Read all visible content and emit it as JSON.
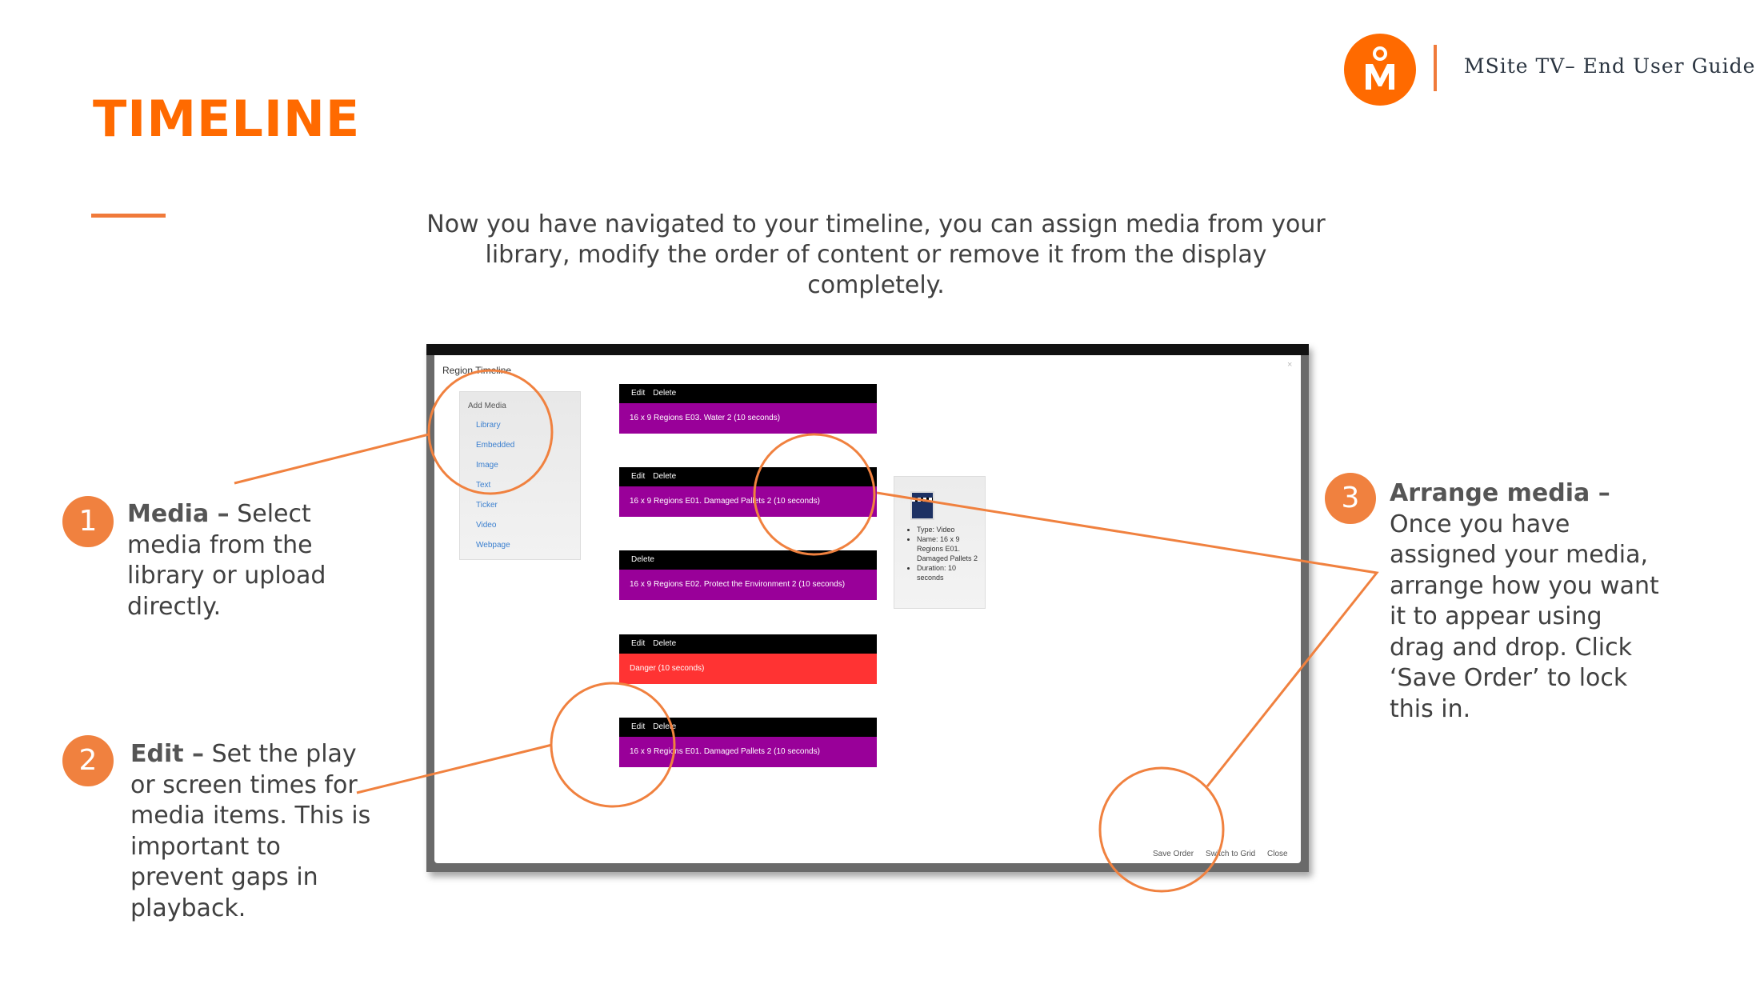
{
  "header": {
    "title": "TIMELINE",
    "guide_title": "MSite TV– End User Guide",
    "logo_letter": "M"
  },
  "intro": "Now you have navigated to your timeline, you can assign media from your library, modify the order of content or remove it from the display completely.",
  "callouts": [
    {
      "number": "1",
      "heading": "Media –",
      "text": "Select media from the library or upload directly."
    },
    {
      "number": "2",
      "heading": "Edit –",
      "text": "Set the play or screen times for media items. This is important to prevent gaps in playback."
    },
    {
      "number": "3",
      "heading": "Arrange media –",
      "text": "Once you have assigned your media, arrange how you want it to appear using drag and drop. Click ‘Save Order’ to lock this in."
    }
  ],
  "screenshot": {
    "modal_title": "Region Timeline",
    "close_x": "×",
    "add_media": {
      "heading": "Add Media",
      "links": [
        "Library",
        "Embedded",
        "Image",
        "Text",
        "Ticker",
        "Video",
        "Webpage"
      ]
    },
    "items": [
      {
        "actions": [
          "Edit",
          "Delete"
        ],
        "label": "16 x 9 Regions E03. Water 2 (10 seconds)",
        "color": "#990099"
      },
      {
        "actions": [
          "Edit",
          "Delete"
        ],
        "label": "16 x 9 Regions E01. Damaged Pallets 2 (10 seconds)",
        "color": "#990099"
      },
      {
        "actions": [
          "Delete"
        ],
        "label": "16 x 9 Regions E02. Protect the Environment 2 (10 seconds)",
        "color": "#990099"
      },
      {
        "actions": [
          "Edit",
          "Delete"
        ],
        "label": "Danger (10 seconds)",
        "color": "#FF3333"
      },
      {
        "actions": [
          "Edit",
          "Delete"
        ],
        "label": "16 x 9 Regions E01. Damaged Pallets 2 (10 seconds)",
        "color": "#990099"
      }
    ],
    "preview": {
      "icon": "video-clapper-icon",
      "details": [
        "Type: Video",
        "Name: 16 x 9 Regions E01. Damaged Pallets 2",
        "Duration: 10 seconds"
      ]
    },
    "footer": {
      "save_order": "Save Order",
      "switch_grid": "Switch to Grid",
      "close": "Close"
    }
  },
  "colors": {
    "brand_orange": "#FF6A00",
    "annotation": "#F0813F"
  }
}
